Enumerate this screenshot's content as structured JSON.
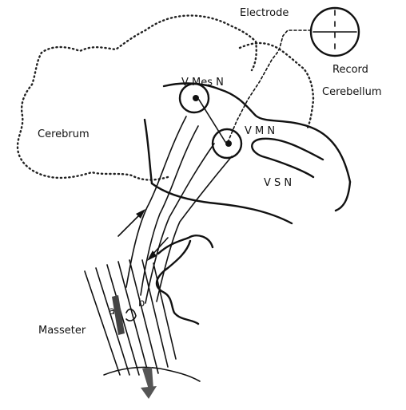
{
  "labels": {
    "electrode": "Electrode",
    "record": "Record",
    "cerebellum": "Cerebellum",
    "v_mes_n": "V Mes N",
    "v_m_n": "V M N",
    "cerebrum": "Cerebrum",
    "v_s_n": "V S N",
    "masseter": "Masseter",
    "a": "a",
    "b": "b"
  }
}
